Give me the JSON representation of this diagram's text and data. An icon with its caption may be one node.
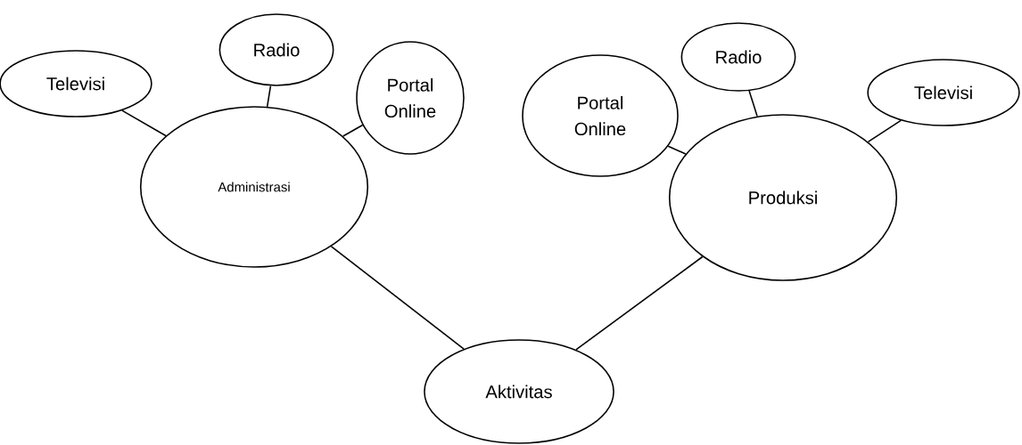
{
  "diagram": {
    "nodes": [
      {
        "text": [
          "Televisi"
        ]
      },
      {
        "text": [
          "Radio"
        ]
      },
      {
        "text": [
          "Administrasi"
        ]
      },
      {
        "text": [
          "Portal Online"
        ]
      },
      {
        "text": [
          "Portal Online"
        ]
      },
      {
        "text": [
          "Radio"
        ]
      },
      {
        "text": [
          "Televisi"
        ]
      },
      {
        "text": [
          "Produksi"
        ]
      },
      {
        "text": [
          "Aktivitas"
        ]
      }
    ],
    "edges": [
      {
        "from": 2,
        "to": 0,
        "arrow": "none"
      },
      {
        "from": 2,
        "to": 1,
        "arrow": "none"
      },
      {
        "from": 2,
        "to": 3,
        "arrow": "none"
      },
      {
        "from": 7,
        "to": 4,
        "arrow": "none"
      },
      {
        "from": 7,
        "to": 5,
        "arrow": "none"
      },
      {
        "from": 7,
        "to": 6,
        "arrow": "none"
      },
      {
        "from": 2,
        "to": 8,
        "arrow": "none"
      },
      {
        "from": 7,
        "to": 8,
        "arrow": "none"
      }
    ]
  }
}
